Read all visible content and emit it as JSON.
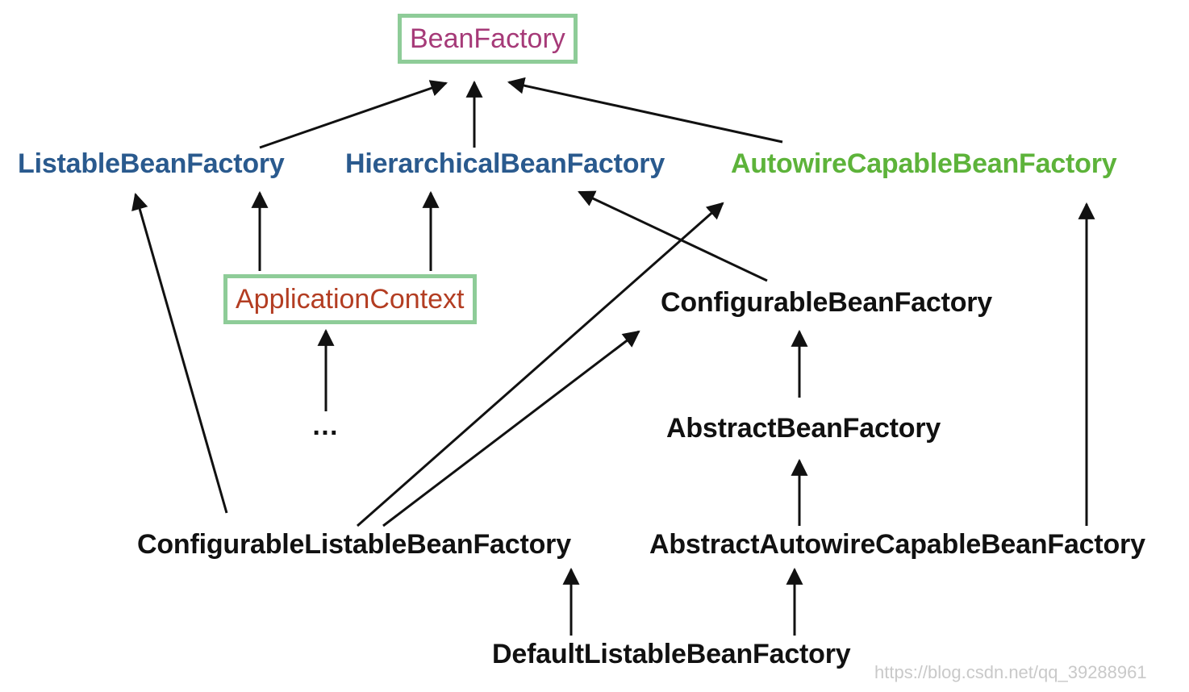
{
  "nodes": {
    "bean_factory": "BeanFactory",
    "listable_bean_factory": "ListableBeanFactory",
    "hierarchical_bean_factory": "HierarchicalBeanFactory",
    "autowire_capable_bean_factory": "AutowireCapableBeanFactory",
    "application_context": "ApplicationContext",
    "ellipsis": "…",
    "configurable_bean_factory": "ConfigurableBeanFactory",
    "abstract_bean_factory": "AbstractBeanFactory",
    "configurable_listable_bean_factory": "ConfigurableListableBeanFactory",
    "abstract_autowire_capable_bean_factory": "AbstractAutowireCapableBeanFactory",
    "default_listable_bean_factory": "DefaultListableBeanFactory"
  },
  "edges": [
    {
      "from": "ListableBeanFactory",
      "to": "BeanFactory"
    },
    {
      "from": "HierarchicalBeanFactory",
      "to": "BeanFactory"
    },
    {
      "from": "AutowireCapableBeanFactory",
      "to": "BeanFactory"
    },
    {
      "from": "ApplicationContext",
      "to": "ListableBeanFactory"
    },
    {
      "from": "ApplicationContext",
      "to": "HierarchicalBeanFactory"
    },
    {
      "from": "…",
      "to": "ApplicationContext"
    },
    {
      "from": "ConfigurableBeanFactory",
      "to": "HierarchicalBeanFactory"
    },
    {
      "from": "ConfigurableListableBeanFactory",
      "to": "ListableBeanFactory"
    },
    {
      "from": "ConfigurableListableBeanFactory",
      "to": "AutowireCapableBeanFactory"
    },
    {
      "from": "ConfigurableListableBeanFactory",
      "to": "ConfigurableBeanFactory"
    },
    {
      "from": "AbstractBeanFactory",
      "to": "ConfigurableBeanFactory"
    },
    {
      "from": "AbstractAutowireCapableBeanFactory",
      "to": "AbstractBeanFactory"
    },
    {
      "from": "AbstractAutowireCapableBeanFactory",
      "to": "AutowireCapableBeanFactory"
    },
    {
      "from": "DefaultListableBeanFactory",
      "to": "ConfigurableListableBeanFactory"
    },
    {
      "from": "DefaultListableBeanFactory",
      "to": "AbstractAutowireCapableBeanFactory"
    }
  ],
  "colors": {
    "bean_factory": "#a63a78",
    "interface_blue": "#2a5a8e",
    "autowire_green": "#5db33a",
    "application_context": "#b33d22",
    "implementation": "#111111",
    "box_border": "#8ecc98",
    "arrow": "#111111"
  },
  "watermark": "https://blog.csdn.net/qq_39288961"
}
